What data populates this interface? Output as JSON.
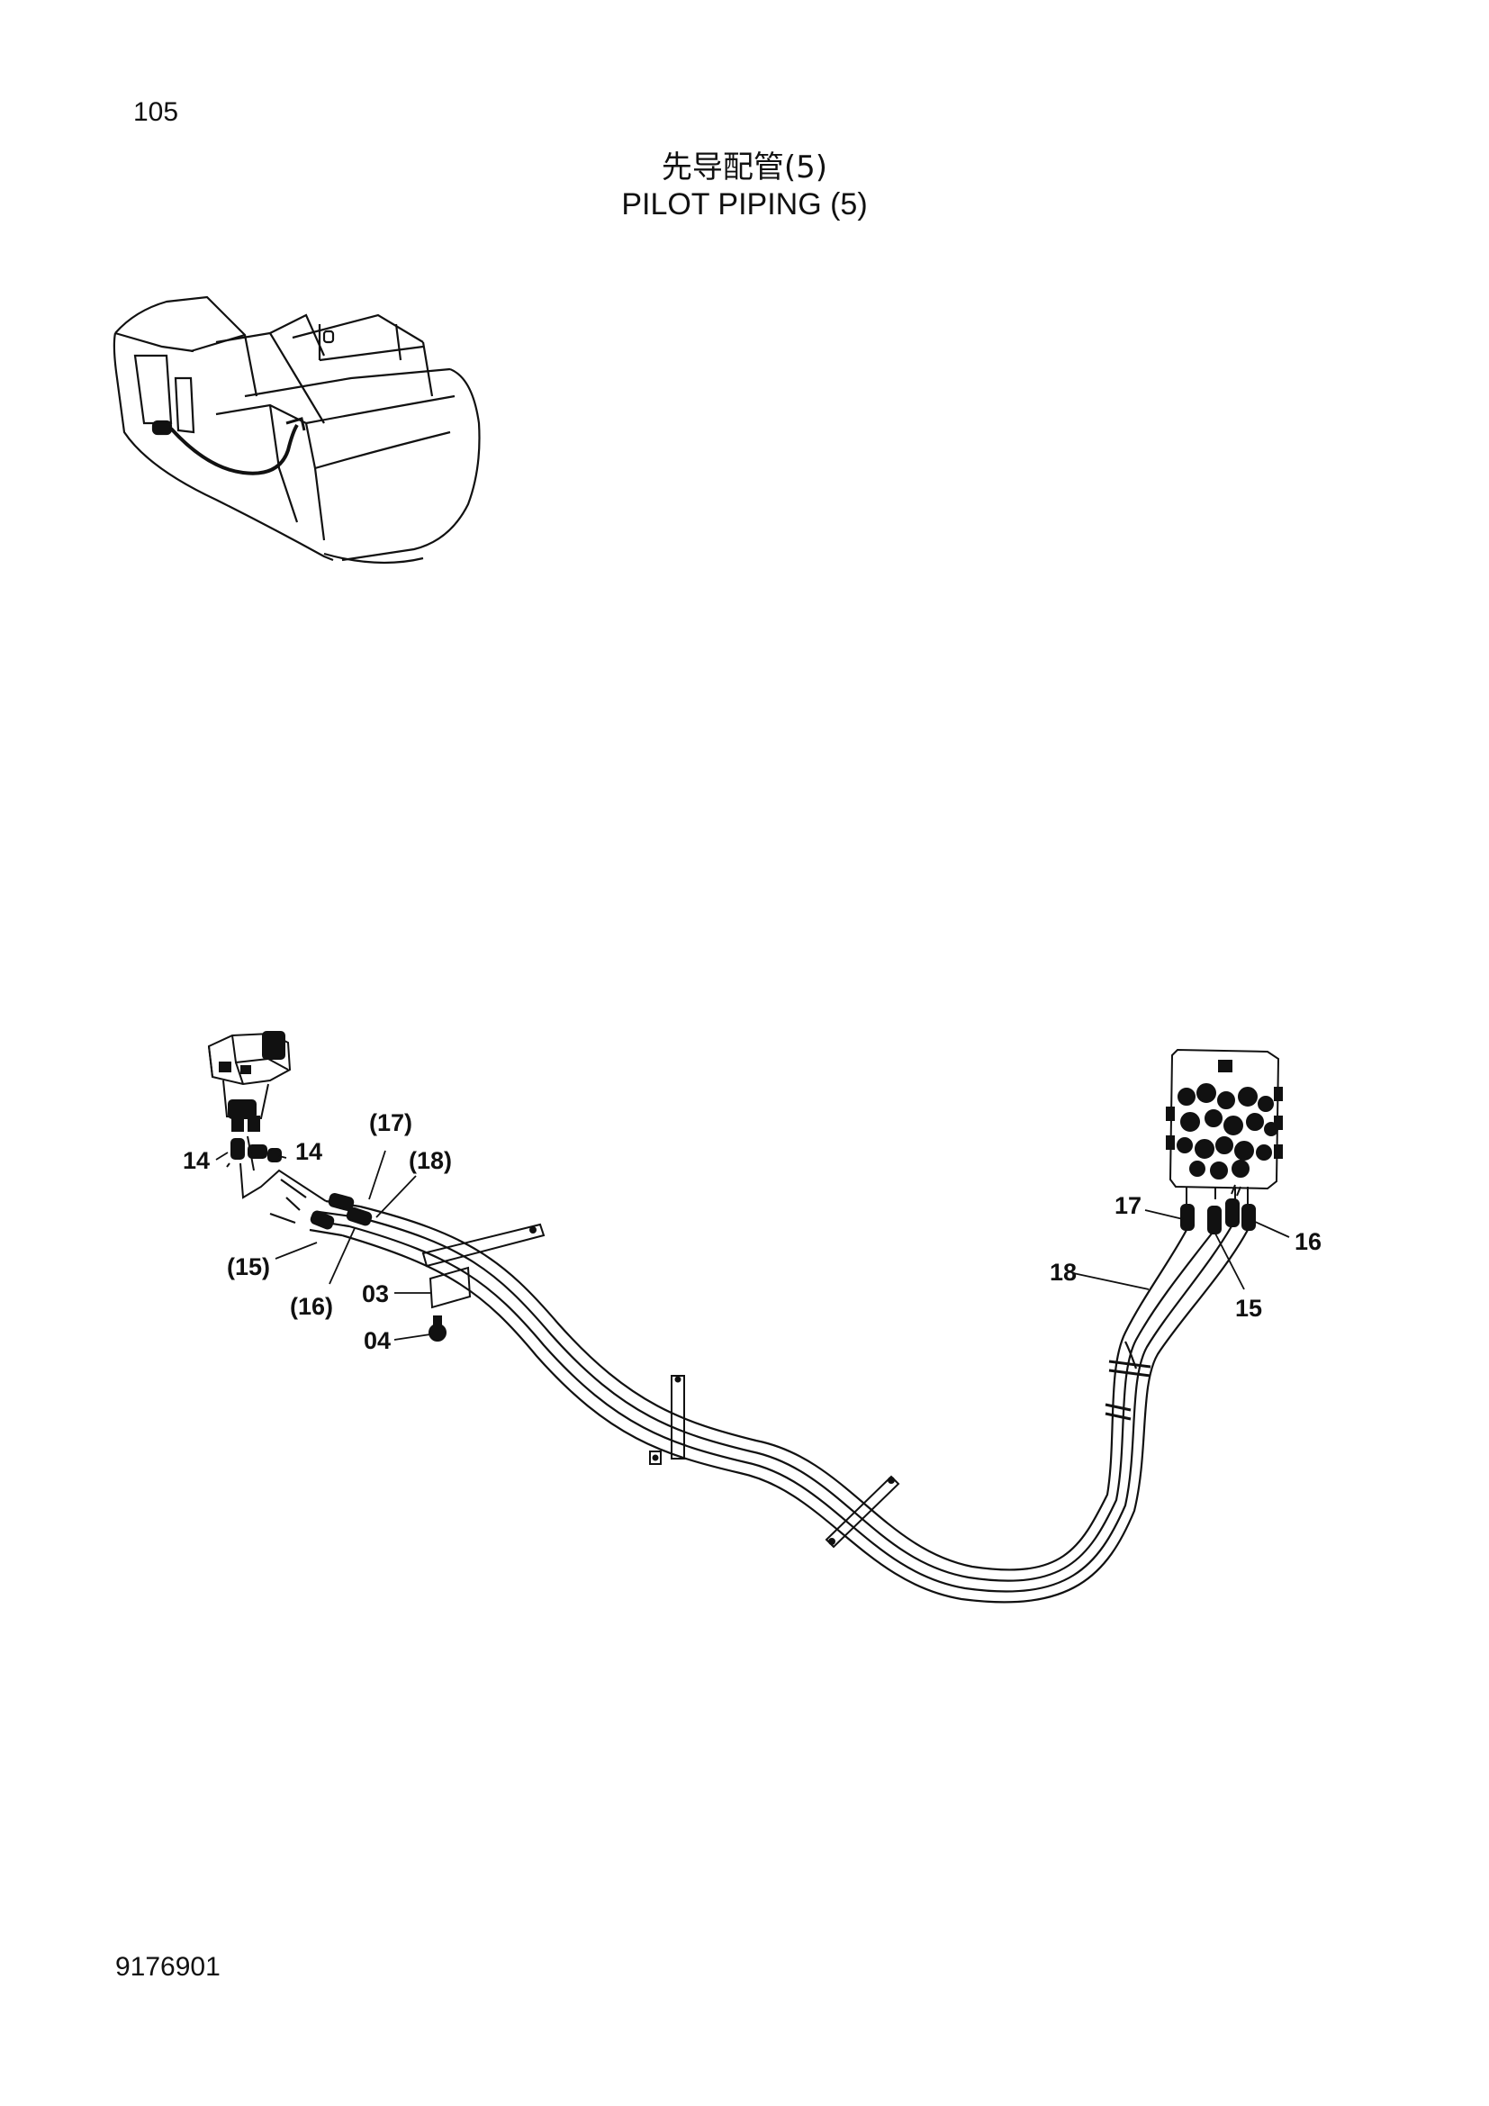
{
  "page_number": "105",
  "title_cn": "先导配管(5)",
  "title_en": "PILOT  PIPING (5)",
  "document_number": "9176901",
  "callouts": {
    "c17p": "(17)",
    "c18p": "(18)",
    "c14a": "14",
    "c14b": "14",
    "c15p": "(15)",
    "c16p": "(16)",
    "c03": "03",
    "c04": "04",
    "c17": "17",
    "c16": "16",
    "c18": "18",
    "c15": "15"
  }
}
